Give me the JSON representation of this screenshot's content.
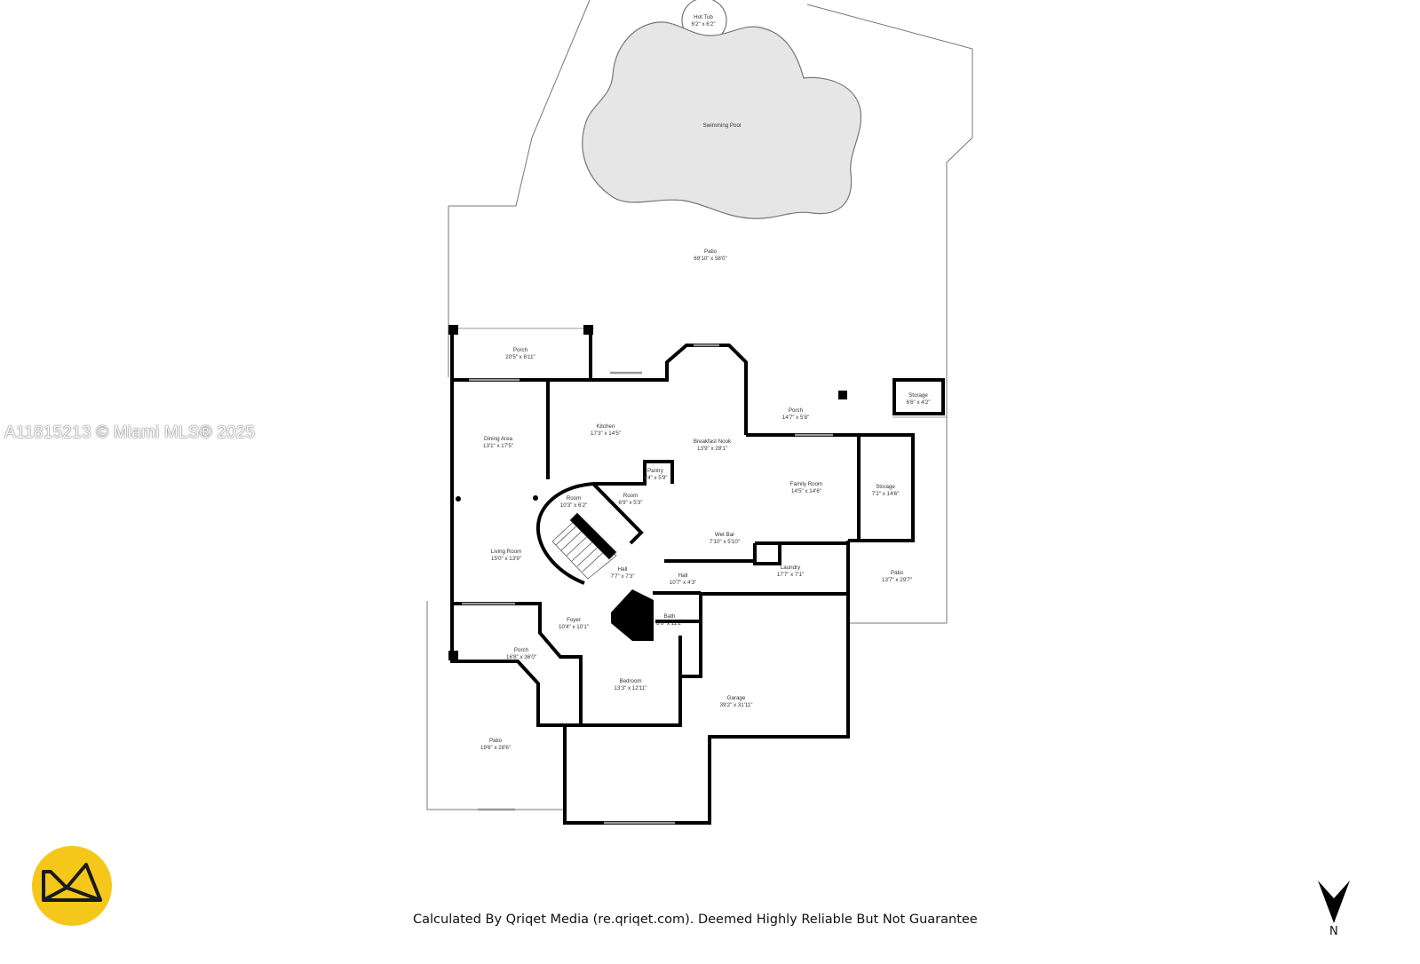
{
  "watermark": "A11815213 © Miami MLS® 2025",
  "footer": "Calculated By Qriqet Media (re.qriqet.com). Deemed Highly Reliable But Not Guarantee",
  "north_label": "N",
  "colors": {
    "wall": "#000000",
    "pool": "#e6e6e6",
    "logo": "#f5c71a"
  },
  "icons": {
    "logo": "qriqet-logo",
    "north": "north-arrow-icon"
  },
  "rooms": [
    {
      "id": "hot-tub",
      "name": "Hot Tub",
      "dims": "6'2\" x 6'2\""
    },
    {
      "id": "swimming-pool",
      "name": "Swimming Pool",
      "dims": ""
    },
    {
      "id": "patio-rear",
      "name": "Patio",
      "dims": "69'10\" x 58'0\""
    },
    {
      "id": "porch-rear",
      "name": "Porch",
      "dims": "20'5\" x 6'11\""
    },
    {
      "id": "storage-small",
      "name": "Storage",
      "dims": "6'6\" x 4'2\""
    },
    {
      "id": "porch-side",
      "name": "Porch",
      "dims": "14'7\" x 5'8\""
    },
    {
      "id": "kitchen",
      "name": "Kitchen",
      "dims": "17'3\" x 14'5\""
    },
    {
      "id": "dining-area",
      "name": "Dining Area",
      "dims": "13'1\" x 17'5\""
    },
    {
      "id": "breakfast-nook",
      "name": "Breakfast Nook",
      "dims": "13'9\" x 28'1\""
    },
    {
      "id": "pantry",
      "name": "Pantry",
      "dims": "4'4\" x 5'9\""
    },
    {
      "id": "room-a",
      "name": "Room",
      "dims": "10'3\" x 6'2\""
    },
    {
      "id": "room-b",
      "name": "Room",
      "dims": "6'9\" x 5'3\""
    },
    {
      "id": "family-room",
      "name": "Family Room",
      "dims": "14'5\" x 14'6\""
    },
    {
      "id": "storage-large",
      "name": "Storage",
      "dims": "7'2\" x 14'6\""
    },
    {
      "id": "wet-bar",
      "name": "Wet Bar",
      "dims": "7'10\" x 5'10\""
    },
    {
      "id": "living-room",
      "name": "Living Room",
      "dims": "15'0\" x 13'9\""
    },
    {
      "id": "hall-a",
      "name": "Hall",
      "dims": "7'7\" x 7'3\""
    },
    {
      "id": "hall-b",
      "name": "Hall",
      "dims": "10'7\" x 4'3\""
    },
    {
      "id": "laundry",
      "name": "Laundry",
      "dims": "17'7\" x 7'1\""
    },
    {
      "id": "patio-side",
      "name": "Patio",
      "dims": "13'7\" x 29'7\""
    },
    {
      "id": "foyer",
      "name": "Foyer",
      "dims": "10'4\" x 10'1\""
    },
    {
      "id": "bath",
      "name": "Bath",
      "dims": "8'6\" x 11'2\""
    },
    {
      "id": "porch-front",
      "name": "Porch",
      "dims": "16'8\" x 36'0\""
    },
    {
      "id": "bedroom",
      "name": "Bedroom",
      "dims": "13'3\" x 12'11\""
    },
    {
      "id": "garage",
      "name": "Garage",
      "dims": "39'2\" x 31'11\""
    },
    {
      "id": "patio-front",
      "name": "Patio",
      "dims": "19'6\" x 28'6\""
    }
  ]
}
